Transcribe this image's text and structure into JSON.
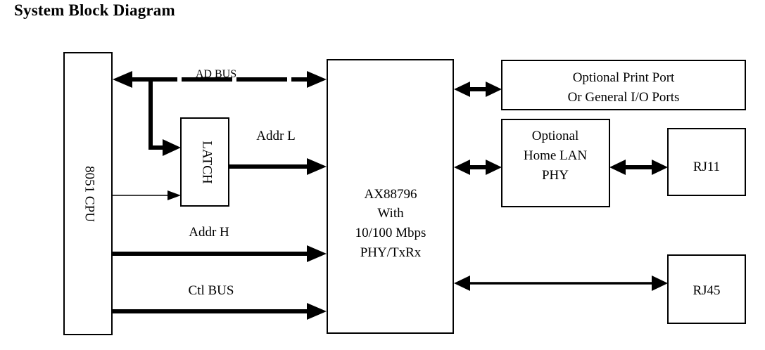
{
  "title": "System Block Diagram",
  "blocks": {
    "cpu": "8051 CPU",
    "latch": "LATCH",
    "main": [
      "AX88796",
      "With",
      "10/100 Mbps",
      "PHY/TxRx"
    ],
    "print_port": [
      "Optional Print Port",
      "Or General I/O Ports"
    ],
    "home_lan": [
      "Optional",
      "Home LAN",
      "PHY"
    ],
    "rj11": "RJ11",
    "rj45": "RJ45"
  },
  "buses": {
    "ad_bus": "AD BUS",
    "addr_l": "Addr L",
    "addr_h": "Addr H",
    "ctl_bus": "Ctl BUS"
  }
}
